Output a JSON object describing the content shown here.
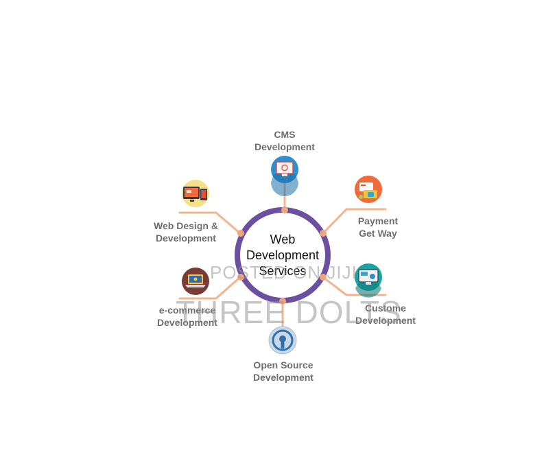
{
  "center": {
    "line1": "Web",
    "line2": "Development",
    "line3": "Services"
  },
  "services": [
    {
      "line1": "CMS",
      "line2": "Development",
      "icon": "cms-monitor-icon"
    },
    {
      "line1": "Payment",
      "line2": "Get Way",
      "icon": "payment-card-icon"
    },
    {
      "line1": "Customе",
      "line2": "Development",
      "icon": "custom-monitor-icon"
    },
    {
      "line1": "Open Source",
      "line2": "Development",
      "icon": "open-source-icon"
    },
    {
      "line1": "e-commerce",
      "line2": "Development",
      "icon": "ecommerce-laptop-icon"
    },
    {
      "line1": "Web Design &",
      "line2": "Development",
      "icon": "web-design-devices-icon"
    }
  ],
  "watermark": {
    "line1": "POSTED ON JIJI",
    "line2": "THREE DOLTS"
  },
  "colors": {
    "ring": "#6c4fa0",
    "connector": "#f2b48e",
    "label": "#6e6e6e",
    "title": "#111111"
  }
}
